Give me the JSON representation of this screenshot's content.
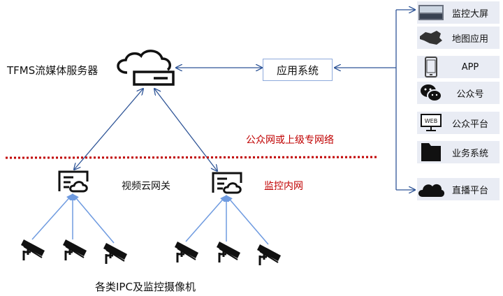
{
  "server": {
    "label": "TFMS流媒体服务器"
  },
  "app_system": {
    "label": "应用系统"
  },
  "network": {
    "public_label": "公众网或上级专网络",
    "internal_label": "监控内网"
  },
  "gateway": {
    "label": "视频云网关"
  },
  "cameras": {
    "label": "各类IPC及监控摄像机"
  },
  "applications": [
    {
      "label": "监控大屏",
      "icon": "video-wall-icon"
    },
    {
      "label": "地图应用",
      "icon": "china-map-icon"
    },
    {
      "label": "APP",
      "icon": "phone-icon"
    },
    {
      "label": "公众号",
      "icon": "wechat-icon"
    },
    {
      "label": "公众平台",
      "icon": "web-monitor-icon"
    },
    {
      "label": "业务系统",
      "icon": "folder-icon"
    },
    {
      "label": "直播平台",
      "icon": "cloud-icon"
    }
  ],
  "colors": {
    "arrow": "#2f5597",
    "camera_line": "#6f9be0",
    "divider": "#c00000",
    "panel": "#e9ecf4"
  },
  "icon_text": {
    "web": "WEB"
  }
}
